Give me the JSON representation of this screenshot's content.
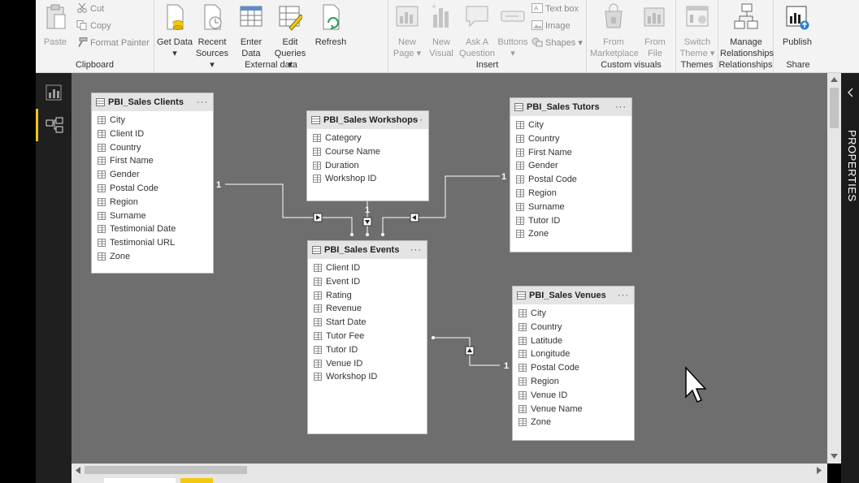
{
  "ribbon": {
    "clipboard": {
      "label": "Clipboard",
      "paste": "Paste",
      "cut": "Cut",
      "copy": "Copy",
      "format_painter": "Format Painter"
    },
    "external_data": {
      "label": "External data",
      "get_data": "Get Data",
      "recent_sources": "Recent Sources",
      "enter_data": "Enter Data",
      "edit_queries": "Edit Queries",
      "refresh": "Refresh"
    },
    "insert": {
      "label": "Insert",
      "new_page": "New Page",
      "new_visual": "New Visual",
      "ask_question": "Ask A Question",
      "buttons": "Buttons",
      "text_box": "Text box",
      "image": "Image",
      "shapes": "Shapes"
    },
    "custom_visuals": {
      "label": "Custom visuals",
      "from_marketplace": "From Marketplace",
      "from_file": "From File"
    },
    "themes": {
      "label": "Themes",
      "switch_theme": "Switch Theme"
    },
    "relationships": {
      "label": "Relationships",
      "manage_relationships": "Manage Relationships"
    },
    "share": {
      "label": "Share",
      "publish": "Publish"
    }
  },
  "rail": {
    "items": [
      "report-view-icon",
      "relationships-view-icon"
    ],
    "active": "relationships-view-icon",
    "accent": "#f2c811"
  },
  "properties": {
    "title": "PROPERTIES"
  },
  "tables": {
    "clients": {
      "name": "PBI_Sales Clients",
      "more": "···",
      "fields": [
        "City",
        "Client ID",
        "Country",
        "First Name",
        "Gender",
        "Postal Code",
        "Region",
        "Surname",
        "Testimonial Date",
        "Testimonial URL",
        "Zone"
      ]
    },
    "workshops": {
      "name": "PBI_Sales Workshops",
      "more": "···",
      "fields": [
        "Category",
        "Course Name",
        "Duration",
        "Workshop ID"
      ]
    },
    "tutors": {
      "name": "PBI_Sales Tutors",
      "more": "···",
      "fields": [
        "City",
        "Country",
        "First Name",
        "Gender",
        "Postal Code",
        "Region",
        "Surname",
        "Tutor ID",
        "Zone"
      ]
    },
    "events": {
      "name": "PBI_Sales Events",
      "more": "···",
      "fields": [
        "Client ID",
        "Event ID",
        "Rating",
        "Revenue",
        "Start Date",
        "Tutor Fee",
        "Tutor ID",
        "Venue ID",
        "Workshop ID"
      ]
    },
    "venues": {
      "name": "PBI_Sales Venues",
      "more": "···",
      "fields": [
        "City",
        "Country",
        "Latitude",
        "Longitude",
        "Postal Code",
        "Region",
        "Venue ID",
        "Venue Name",
        "Zone"
      ]
    }
  },
  "relationships": [
    {
      "from": "PBI_Sales Clients",
      "to": "PBI_Sales Events",
      "one_side_label": "1"
    },
    {
      "from": "PBI_Sales Workshops",
      "to": "PBI_Sales Events",
      "one_side_label": "1"
    },
    {
      "from": "PBI_Sales Tutors",
      "to": "PBI_Sales Events",
      "one_side_label": "1"
    },
    {
      "from": "PBI_Sales Venues",
      "to": "PBI_Sales Events",
      "one_side_label": "1"
    }
  ]
}
